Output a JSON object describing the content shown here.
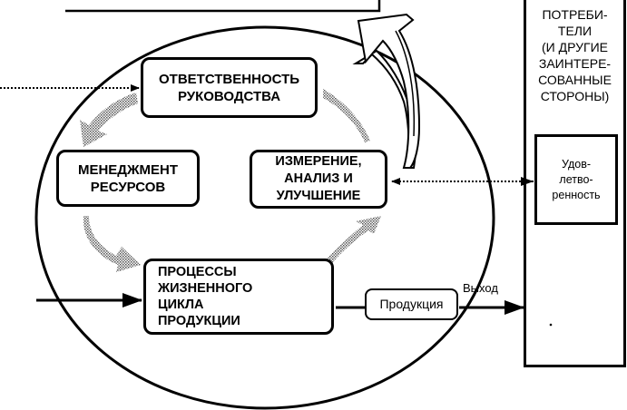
{
  "diagram": {
    "title": "Process-based quality management system model",
    "boxes": {
      "management_responsibility": [
        "ОТВЕТСТВЕННОСТЬ",
        "РУКОВОДСТВА"
      ],
      "resource_management": [
        "МЕНЕДЖМЕНТ",
        "РЕСУРСОВ"
      ],
      "measurement_analysis_improvement": [
        "ИЗМЕРЕНИЕ,",
        "АНАЛИЗ И",
        "УЛУЧШЕНИЕ"
      ],
      "product_realization": [
        "ПРОЦЕССЫ",
        "ЖИЗНЕННОГО",
        "ЦИКЛА",
        "ПРОДУКЦИИ"
      ],
      "product": "Продукция"
    },
    "output_label": "Выход",
    "customers": {
      "title": [
        "ПОТРЕБИ-",
        "ТЕЛИ",
        "(И ДРУГИЕ",
        "ЗАИНТЕРЕ-",
        "СОВАННЫЕ",
        "СТОРОНЫ)"
      ],
      "satisfaction": [
        "Удов-",
        "летво-",
        "ренность"
      ]
    },
    "icons": {
      "cycle_arrows": "shaded-curved-arrow",
      "improvement_arrow": "large-curved-arrow",
      "process_chevrons": "stacked-chevron-icon"
    }
  }
}
